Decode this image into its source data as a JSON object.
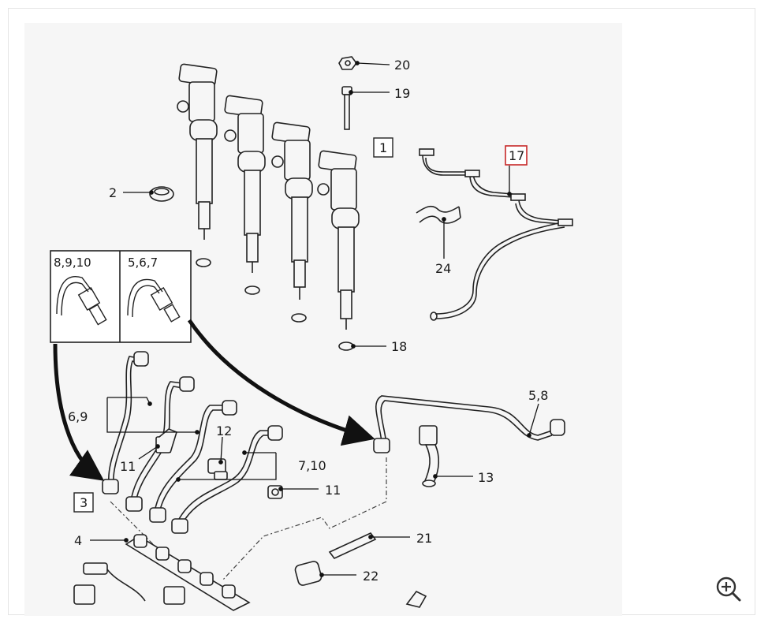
{
  "diagram": {
    "callouts": {
      "c20": "20",
      "c19": "19",
      "c1": "1",
      "c17": "17",
      "c2": "2",
      "c24": "24",
      "c18": "18",
      "c58": "5,8",
      "c13": "13",
      "c69": "6,9",
      "c12": "12",
      "c11a": "11",
      "c710": "7,10",
      "c11b": "11",
      "c3": "3",
      "c4": "4",
      "c21": "21",
      "c22": "22"
    },
    "insets": {
      "left_label": "8,9,10",
      "right_label": "5,6,7"
    },
    "highlight_color": "#c62828",
    "icons": {
      "zoom": "zoom-in-icon"
    }
  }
}
